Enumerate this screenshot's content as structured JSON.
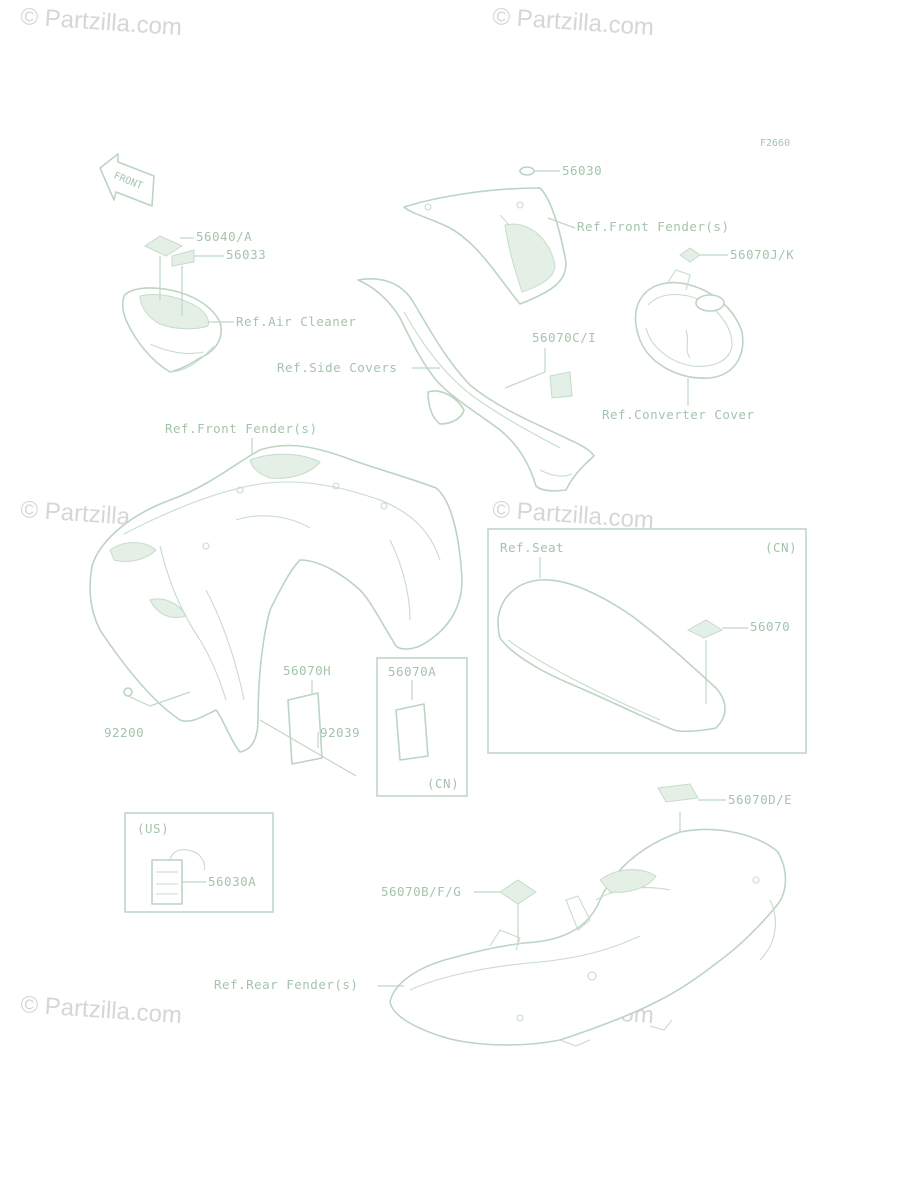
{
  "figure_code": "F2660",
  "front_arrow": "FRONT",
  "watermark": "© Partzilla.com",
  "parts": {
    "p56030": "56030",
    "ref_front_fender_top": "Ref.Front Fender(s)",
    "p56070JK": "56070J/K",
    "p56040A": "56040/A",
    "p56033": "56033",
    "ref_air_cleaner": "Ref.Air Cleaner",
    "p56070CI": "56070C/I",
    "ref_side_covers": "Ref.Side Covers",
    "ref_converter_cover": "Ref.Converter Cover",
    "ref_front_fender_mid": "Ref.Front Fender(s)",
    "ref_seat": "Ref.Seat",
    "seat_region": "(CN)",
    "p56070": "56070",
    "p56070H": "56070H",
    "p92039": "92039",
    "p92200": "92200",
    "p56070A": "56070A",
    "cn_region": "(CN)",
    "us_region": "(US)",
    "p56030A": "56030A",
    "p56070DE": "56070D/E",
    "p56070BFG": "56070B/F/G",
    "ref_rear_fender": "Ref.Rear Fender(s)"
  }
}
